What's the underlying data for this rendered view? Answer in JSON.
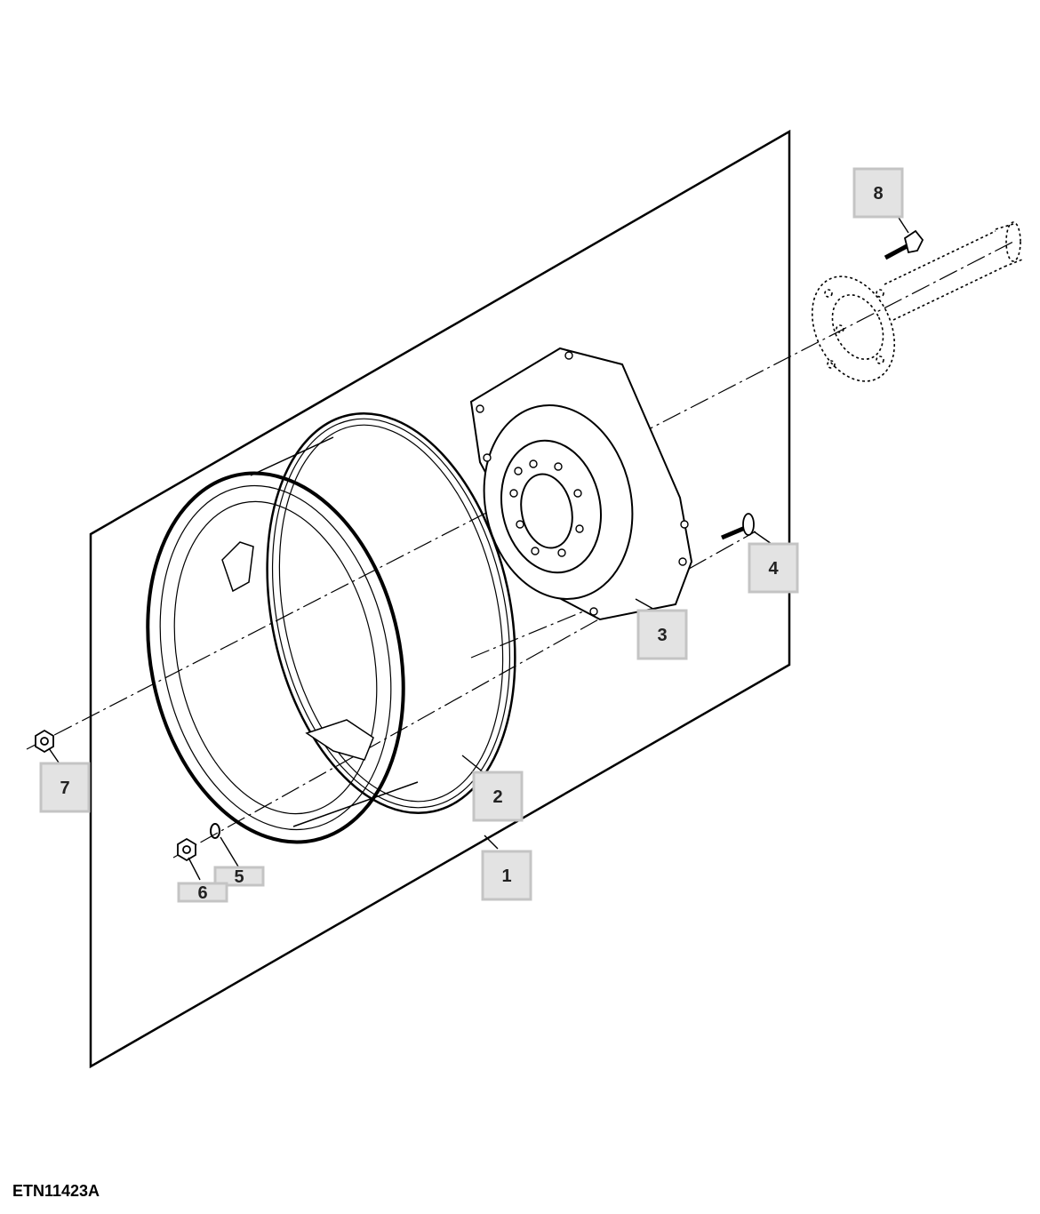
{
  "figure": {
    "id_label": "ETN11423A"
  },
  "callouts": [
    {
      "number": "1",
      "part": "kit-panel"
    },
    {
      "number": "2",
      "part": "wheel-rim"
    },
    {
      "number": "3",
      "part": "wheel-disk"
    },
    {
      "number": "4",
      "part": "bolt"
    },
    {
      "number": "5",
      "part": "lock-washer"
    },
    {
      "number": "6",
      "part": "nut"
    },
    {
      "number": "7",
      "part": "nut"
    },
    {
      "number": "8",
      "part": "hub-bolt"
    }
  ]
}
